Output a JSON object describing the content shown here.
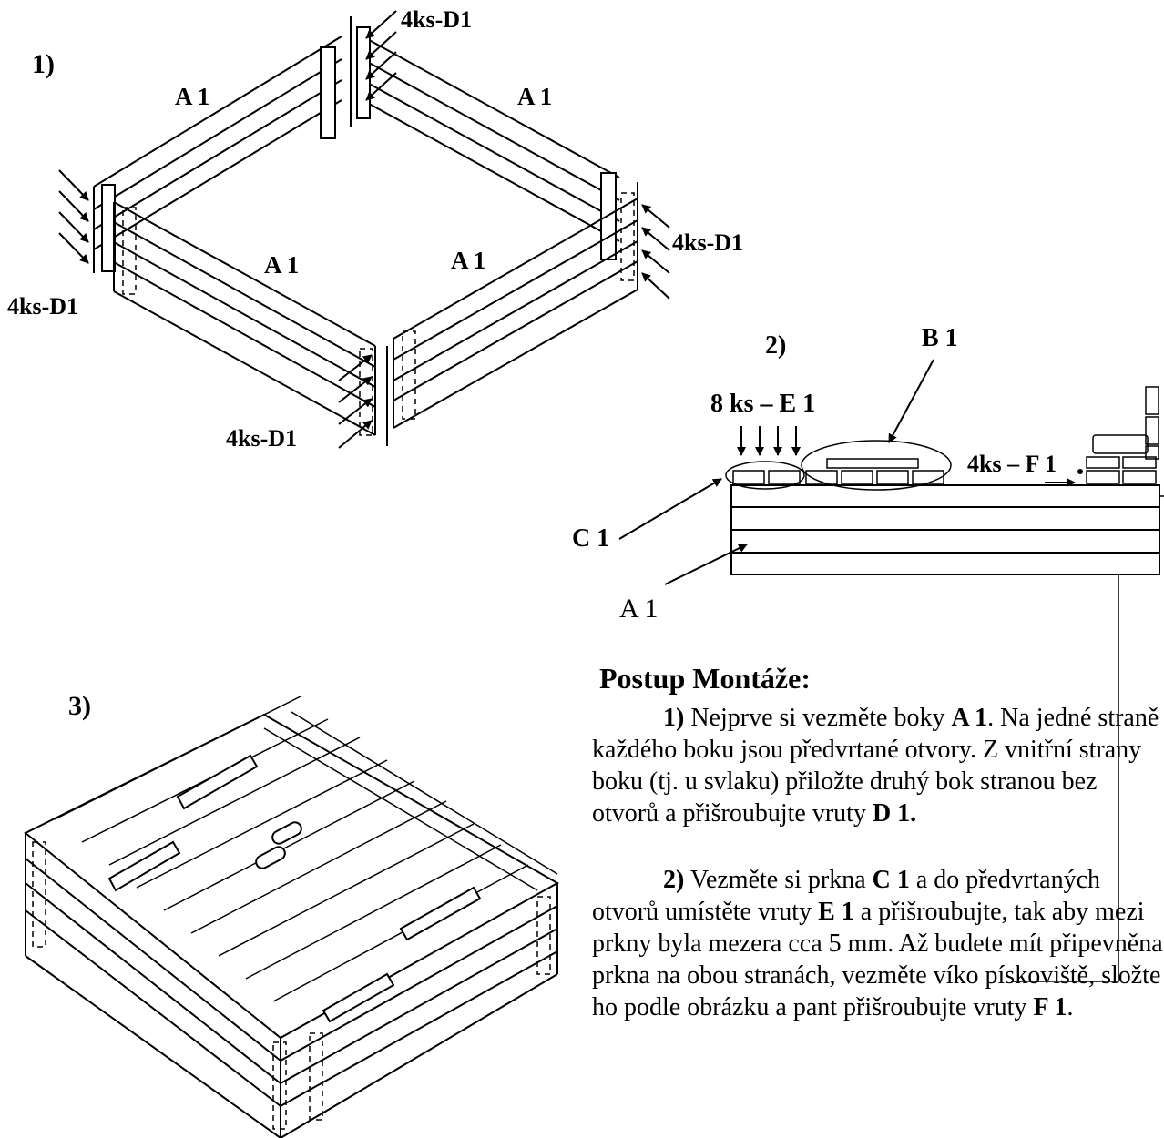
{
  "fig1": {
    "number": "1)",
    "label_a1": "A 1",
    "label_d1": "4ks-D1"
  },
  "fig2": {
    "number": "2)",
    "label_b1": "B 1",
    "label_e1": "8 ks – E 1",
    "label_f1": "4ks – F 1",
    "label_c1": "C 1",
    "label_a1": "A 1"
  },
  "fig3": {
    "number": "3)"
  },
  "instructions": {
    "heading": "Postup Montáže:",
    "step1": {
      "num": "1)",
      "t1": " Nejprve si vezměte boky ",
      "b1": "A 1",
      "t2": ". Na jedné straně každého boku jsou předvrtané otvory. Z vnitřní strany boku (tj. u svlaku) přiložte druhý bok stranou bez otvorů a přišroubujte vruty ",
      "b2": "D 1."
    },
    "step2": {
      "num": "2)",
      "t1": " Vezměte si prkna ",
      "b1": "C 1",
      "t2": " a do předvrtaných otvorů umístěte vruty ",
      "b2": "E 1",
      "t3": " a přišroubujte, tak aby mezi prkny byla mezera cca 5 mm. Až budete mít připevněna prkna na obou stranách, vezměte víko pískoviště, složte ho podle obrázku  a pant přišroubujte vruty ",
      "b3": "F 1",
      "t4": "."
    }
  }
}
